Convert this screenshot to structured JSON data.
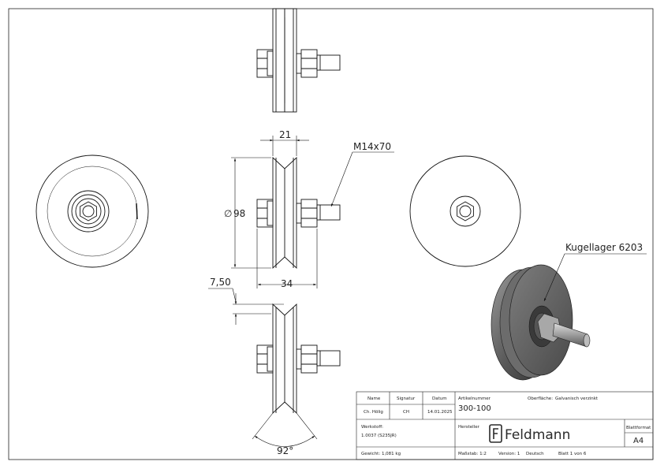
{
  "drawing": {
    "dims": {
      "width_top": "21",
      "thread": "M14x70",
      "diameter": "98",
      "diameter_symbol": "∅",
      "hub_width": "34",
      "groove_depth": "7,50",
      "angle": "92°"
    },
    "callout": "Kugellager 6203"
  },
  "title_block": {
    "h_name": "Name",
    "h_signatur": "Signatur",
    "h_datum": "Datum",
    "v_name": "Ch. Hölig",
    "v_signatur": "CH",
    "v_datum": "14.01.2025",
    "l_artikel": "Artikelnummer",
    "v_artikel": "300-100",
    "l_oberflaeche": "Oberfläche:",
    "v_oberflaeche": "Galvanisch verzinkt",
    "l_werkstoff": "Werkstoff:",
    "v_werkstoff": "1.0037 (S235JR)",
    "l_hersteller": "Hersteller",
    "logo": "Feldmann",
    "l_blattformat": "Blattformat",
    "v_blattformat": "A4",
    "gewicht": "Gewicht: 1,081 kg",
    "massstab": "Maßstab: 1:2",
    "version": "Version: 1",
    "sprache": "Deutsch",
    "blatt": "Blatt 1 von 6"
  }
}
